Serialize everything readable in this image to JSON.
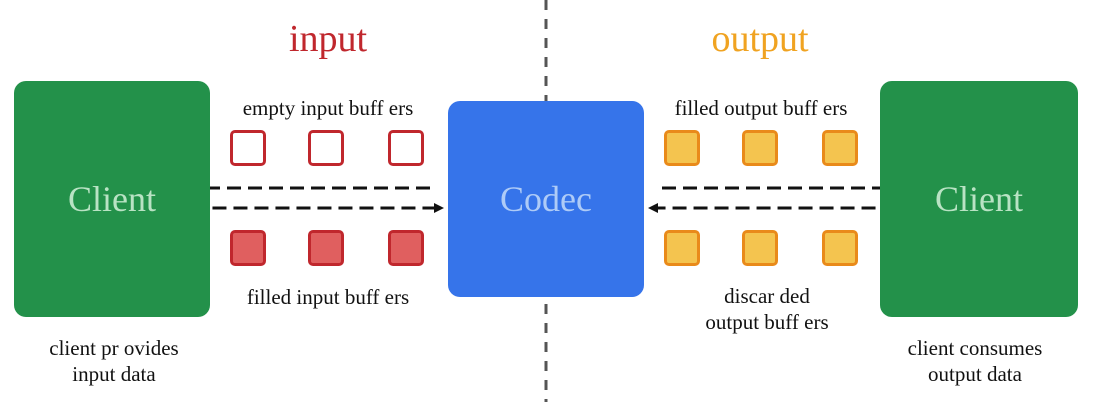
{
  "headings": {
    "input": "input",
    "output": "output"
  },
  "left_client": {
    "label": "Client",
    "caption_line1": "client pr ovides",
    "caption_line2": "input data"
  },
  "codec": {
    "label": "Codec"
  },
  "right_client": {
    "label": "Client",
    "caption_line1": "client consumes",
    "caption_line2": "output data"
  },
  "buffers": {
    "empty_input": "empty input buff ers",
    "filled_input": "filled input buff ers",
    "filled_output": "filled output buff ers",
    "discarded_output_line1": "discar ded",
    "discarded_output_line2": "output buff ers"
  },
  "colors": {
    "client_green": "#23914a",
    "client_text": "#b9e3c4",
    "codec_blue": "#3674ea",
    "codec_text": "#aecbf7",
    "input_red": "#c0272d",
    "input_fill": "#e05f5f",
    "output_orange": "#e98a1a",
    "output_fill": "#f4c44f",
    "heading_input": "#c0272d",
    "heading_output": "#f0a321"
  }
}
